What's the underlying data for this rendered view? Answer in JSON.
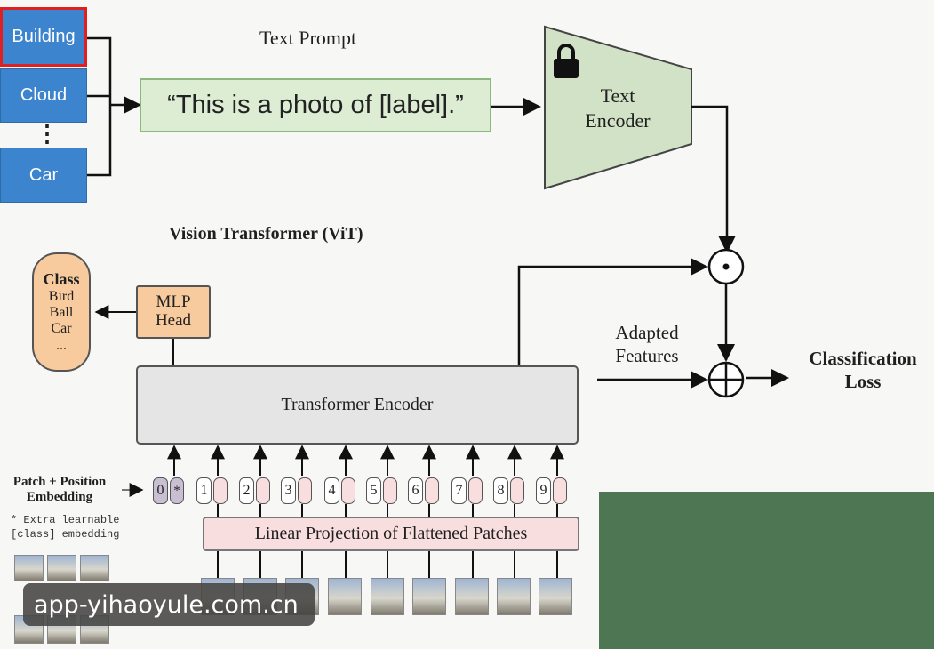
{
  "labels": {
    "items": [
      "Building",
      "Cloud",
      "Car"
    ],
    "ellipsis": "⋮"
  },
  "text_prompt": {
    "title": "Text Prompt",
    "template": "“This is a photo of [label].”"
  },
  "text_encoder": {
    "line1": "Text",
    "line2": "Encoder",
    "icon": "lock-icon"
  },
  "vit": {
    "title": "Vision Transformer (ViT)",
    "transformer_encoder": "Transformer Encoder",
    "linear_projection": "Linear Projection of Flattened Patches",
    "mlp_head": {
      "line1": "MLP",
      "line2": "Head"
    },
    "class_box": {
      "title": "Class",
      "items": [
        "Bird",
        "Ball",
        "Car",
        "..."
      ]
    },
    "patch_embedding": {
      "line1": "Patch + Position",
      "line2": "Embedding"
    },
    "note": {
      "line1": "* Extra learnable",
      "line2": "[class] embedding"
    },
    "tokens": [
      "0",
      "1",
      "2",
      "3",
      "4",
      "5",
      "6",
      "7",
      "8",
      "9"
    ],
    "cls_marker": "*"
  },
  "adapted_features": {
    "line1": "Adapted",
    "line2": "Features"
  },
  "classification_loss": {
    "line1": "Classification",
    "line2": "Loss"
  },
  "operators": {
    "dot": "⊙",
    "plus": "⊕"
  },
  "watermark": "app-yihaoyule.com.cn",
  "colors": {
    "label_blue": "#3d84cf",
    "selected_border": "#e02020",
    "prompt_green": "#dcedd4",
    "encoder_green": "#d2e2c6",
    "class_orange": "#f7cb9e",
    "projection_pink": "#f9dedf",
    "cls_token_purple": "#c8c0d2",
    "overlay_green": "#4e7653"
  }
}
